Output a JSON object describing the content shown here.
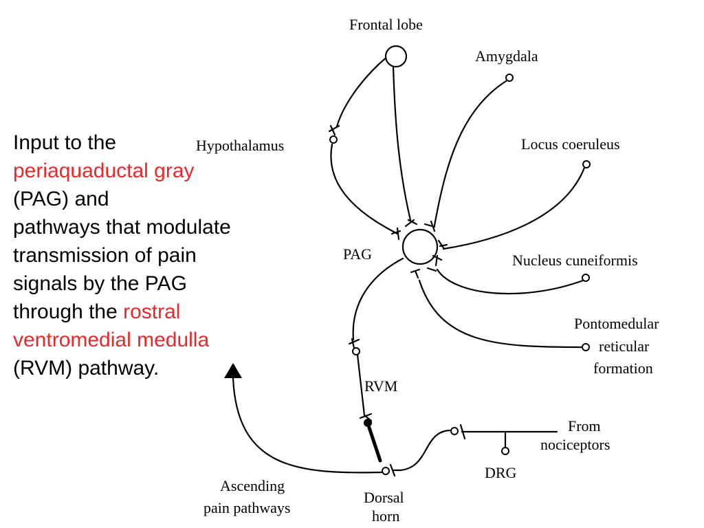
{
  "caption": {
    "line1": "Input to the",
    "line2": "periaquaductal gray",
    "line3": "(PAG) and",
    "line4": "pathways that modulate",
    "line5": "transmission of pain",
    "line6": "signals by the PAG",
    "line7a": "through the ",
    "line7b": "rostral",
    "line8": "ventromedial medulla",
    "line9": "(RVM) pathway.",
    "highlight_color": "#e8282a"
  },
  "labels": {
    "frontal_lobe": "Frontal lobe",
    "amygdala": "Amygdala",
    "hypothalamus": "Hypothalamus",
    "locus_coeruleus": "Locus coeruleus",
    "pag": "PAG",
    "nucleus_cuneiformis": "Nucleus cuneiformis",
    "pontomedular_1": "Pontomedular",
    "pontomedular_2": "reticular",
    "pontomedular_3": "formation",
    "rvm": "RVM",
    "from_1": "From",
    "from_2": "nociceptors",
    "drg": "DRG",
    "ascending_1": "Ascending",
    "ascending_2": "pain pathways",
    "dorsal_1": "Dorsal",
    "dorsal_2": "horn"
  }
}
